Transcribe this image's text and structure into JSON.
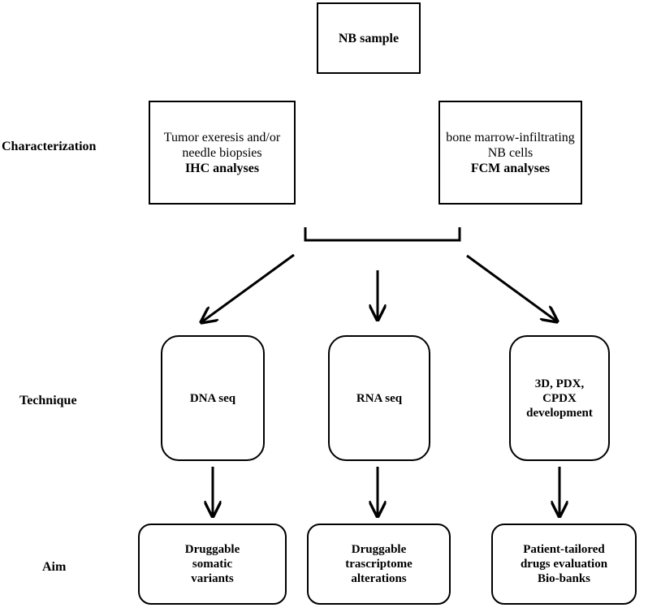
{
  "rows": {
    "characterization": "Characterization",
    "technique": "Technique",
    "aim": "Aim"
  },
  "sample": {
    "label": "NB sample"
  },
  "characterization": {
    "left": {
      "line1": "Tumor exeresis and/or",
      "line2": "needle biopsies",
      "analysis": "IHC analyses"
    },
    "right": {
      "line1": "bone marrow-infiltrating",
      "line2": "NB cells",
      "analysis": "FCM analyses"
    }
  },
  "techniques": [
    {
      "lines": [
        "DNA seq"
      ]
    },
    {
      "lines": [
        "RNA seq"
      ]
    },
    {
      "lines": [
        "3D, PDX,",
        "CPDX",
        "development"
      ]
    }
  ],
  "aims": [
    {
      "lines": [
        "Druggable",
        "somatic",
        "variants"
      ]
    },
    {
      "lines": [
        "Druggable",
        "trascriptome",
        "alterations"
      ]
    },
    {
      "lines": [
        "Patient-tailored",
        "drugs evaluation",
        "Bio-banks"
      ]
    }
  ]
}
